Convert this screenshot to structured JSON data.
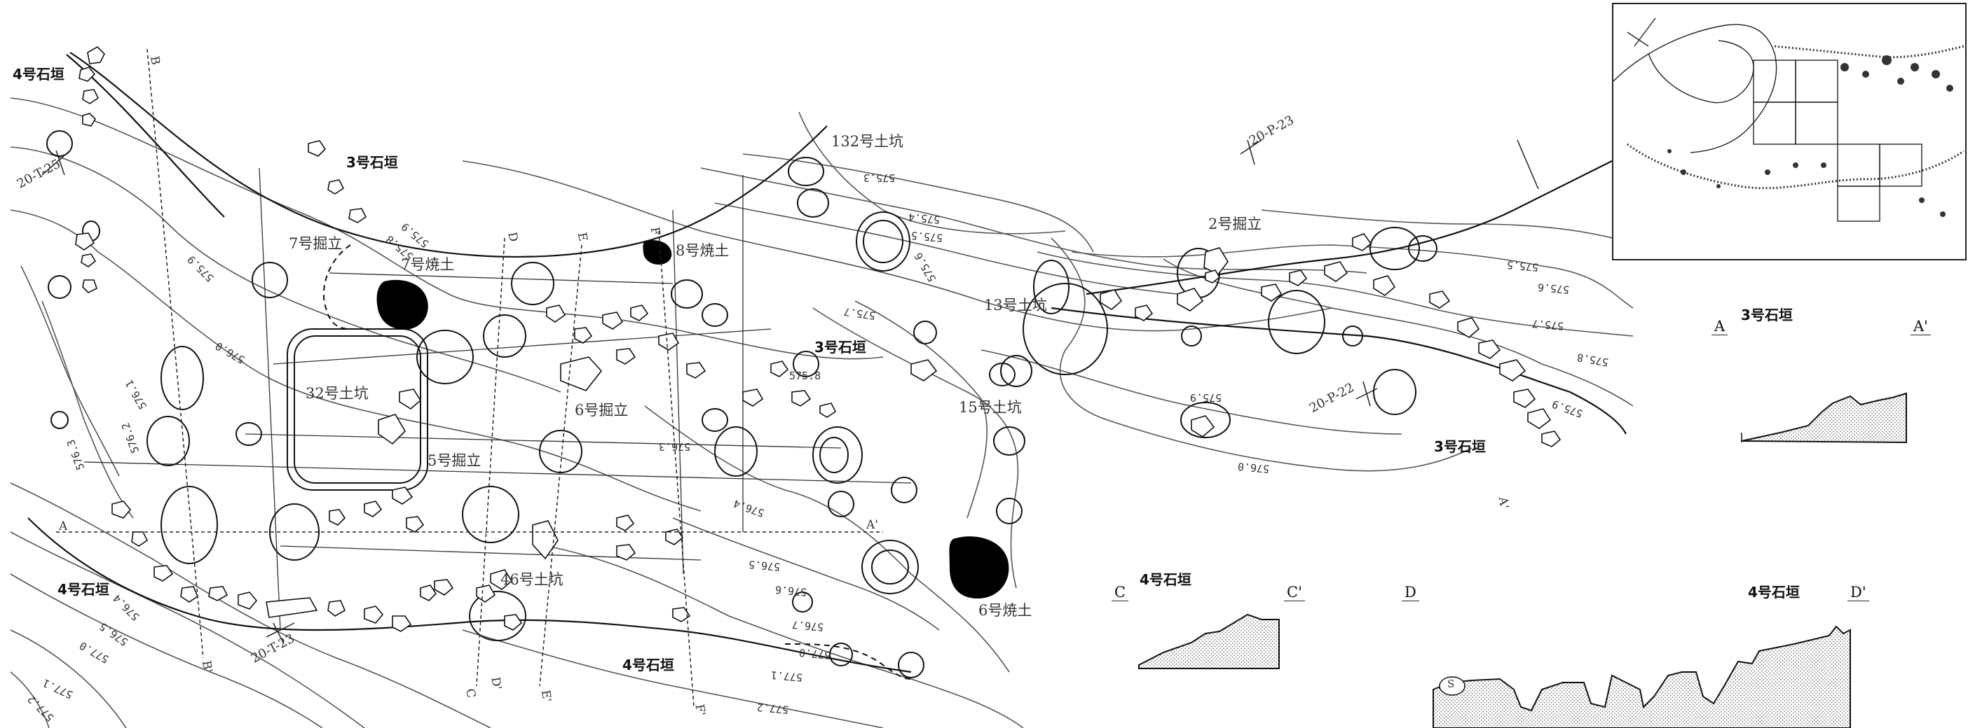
{
  "labels": {
    "wall4_nw": "4号石垣",
    "wall3_n": "3号石垣",
    "grid_20T25": "20-T-25",
    "pillar7": "7号掘立",
    "fire7": "7号焼土",
    "fire8": "8号焼土",
    "pit132": "132号土坑",
    "grid_20P23": "20-P-23",
    "pillar2": "2号掘立",
    "pit13": "13号土坑",
    "wall3_c": "3号石垣",
    "pit32": "32号土坑",
    "pillar6": "6号掘立",
    "pit15": "15号土坑",
    "pillar5": "5号掘立",
    "grid_20P22": "20-P-22",
    "wall3_e": "3号石垣",
    "wall4_sw": "4号石垣",
    "pit46": "46号土坑",
    "grid_20T23": "20-T-23",
    "wall4_s": "4号石垣",
    "fire6": "6号焼土"
  },
  "section_marks": {
    "A": "A",
    "A_prime": "A'",
    "B": "B",
    "B_prime": "B'",
    "C": "C",
    "C_prime": "C'",
    "D": "D",
    "D_prime": "D'",
    "E": "E",
    "E_prime": "E'",
    "F": "F",
    "F_prime": "F'"
  },
  "contours": [
    "575.3",
    "575.4",
    "575.5",
    "575.6",
    "575.7",
    "575.8",
    "575.9",
    "576.0",
    "576.1",
    "576.2",
    "576.3",
    "576.4",
    "576.5",
    "576.6",
    "576.7",
    "577.0",
    "577.1",
    "577.2"
  ],
  "sections": {
    "A": {
      "start": "A",
      "end": "A'",
      "title": "3号石垣"
    },
    "C": {
      "start": "C",
      "end": "C'",
      "title": "4号石垣"
    },
    "D": {
      "start": "D",
      "end": "D'",
      "title": "4号石垣",
      "stone": "S"
    }
  },
  "colors": {
    "ink": "#111111",
    "contour": "#555555",
    "fill_black": "#000000",
    "hatch": "#bbbbbb"
  }
}
